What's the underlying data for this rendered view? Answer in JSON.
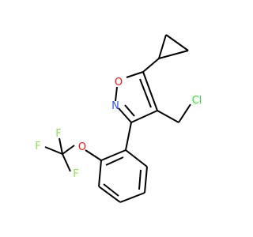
{
  "atoms": {
    "o_ring": "O",
    "n_ring": "N",
    "cl": "Cl",
    "o_ether": "O",
    "f1": "F",
    "f2": "F",
    "f3": "F"
  },
  "colors": {
    "bond": "#000000",
    "oxygen": "#ff0d0d",
    "nitrogen": "#3050f8",
    "chlorine": "#1ff01f",
    "fluorine": "#90e050",
    "background": "#ffffff"
  }
}
